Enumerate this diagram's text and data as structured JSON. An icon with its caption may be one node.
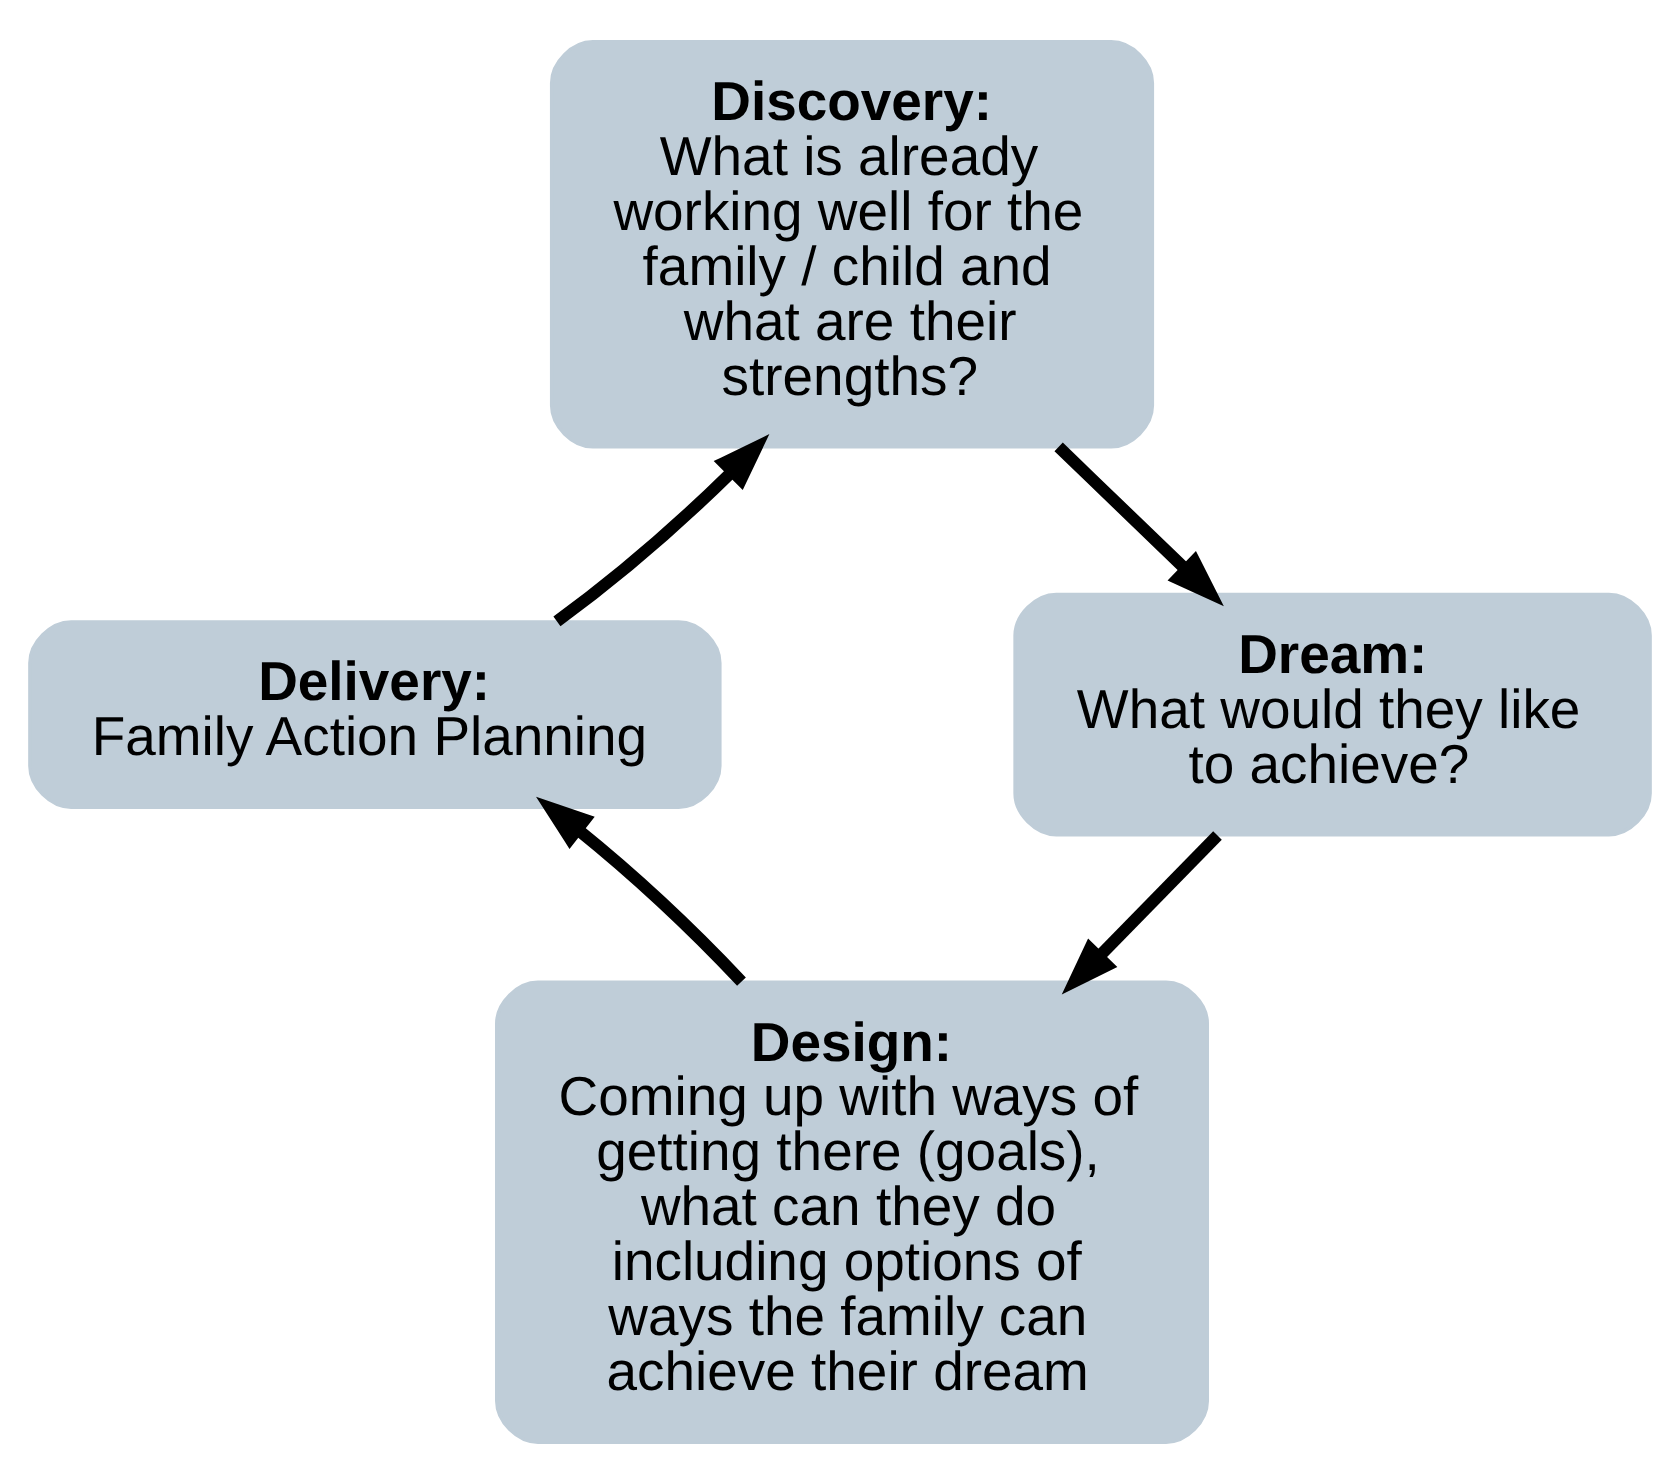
{
  "diagram": {
    "nodes": [
      {
        "text": [
          "Discovery:",
          "What is already working well for the family / child and what are their strengths?"
        ]
      },
      {
        "text": [
          "Dream:",
          "What would they like to achieve?"
        ]
      },
      {
        "text": [
          "Design:",
          "Coming up with ways of getting there (goals), what can they do including options of ways the family can achieve their dream"
        ]
      },
      {
        "text": [
          "Delivery:",
          "Family Action Planning"
        ]
      }
    ],
    "edges": [
      {
        "from": 0,
        "to": 1,
        "arrow": "to"
      },
      {
        "from": 1,
        "to": 2,
        "arrow": "to"
      },
      {
        "from": 2,
        "to": 3,
        "arrow": "to"
      },
      {
        "from": 3,
        "to": 0,
        "arrow": "to"
      }
    ]
  }
}
